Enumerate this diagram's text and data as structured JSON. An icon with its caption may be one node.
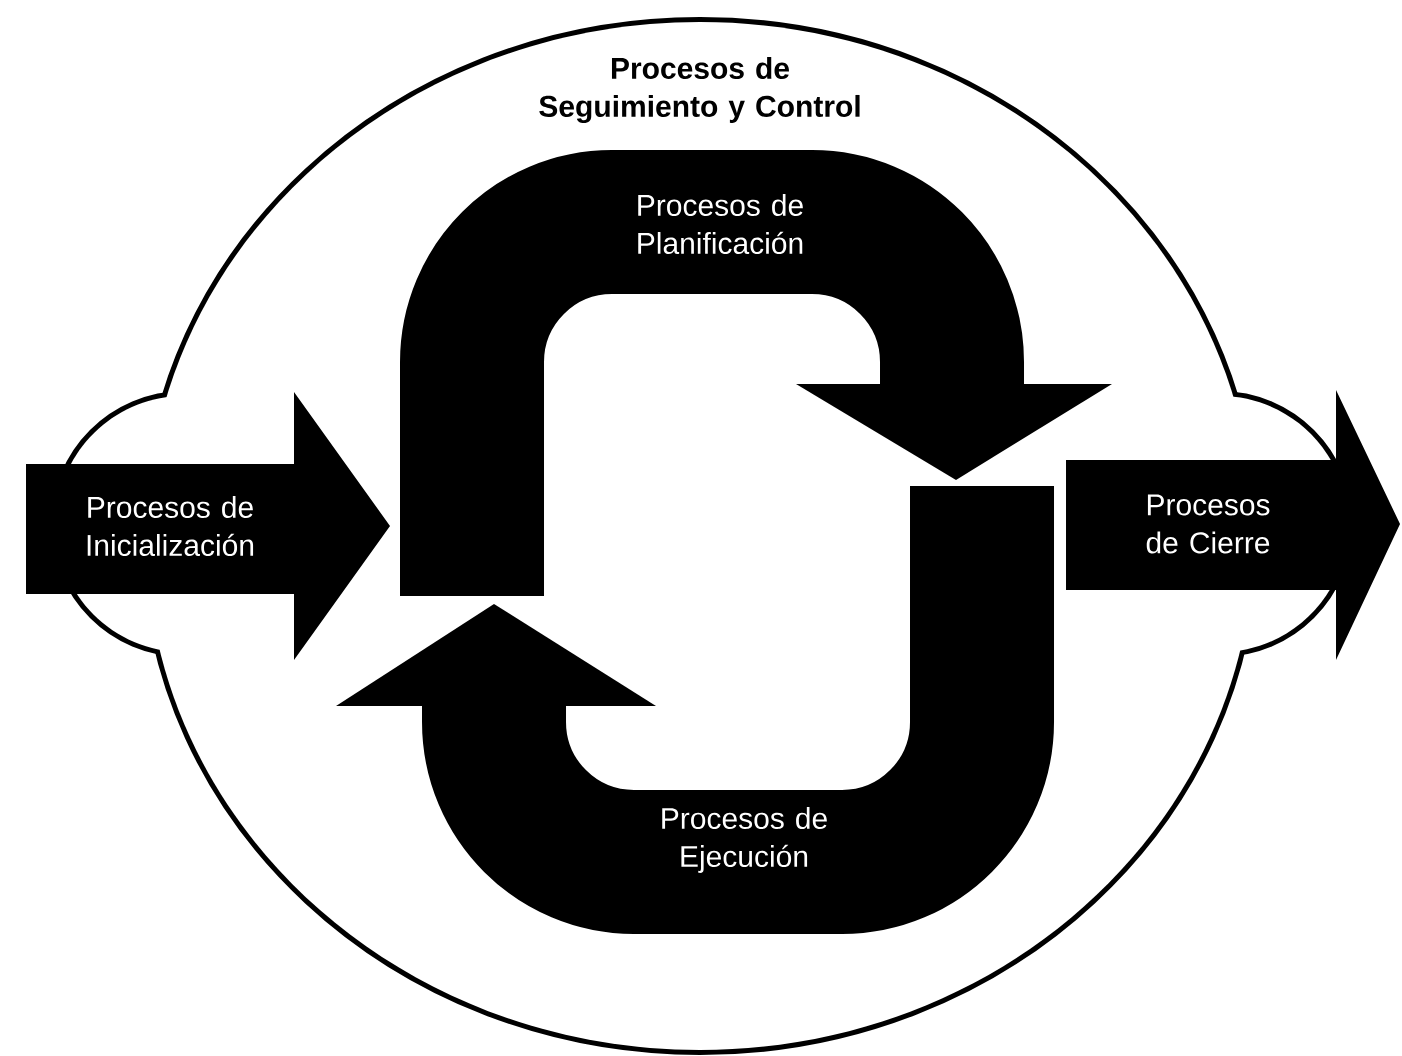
{
  "diagram": {
    "nodes": [
      {
        "text": [
          "Procesos de Seguimiento y Control"
        ]
      },
      {
        "text": [
          "Procesos de Inicialización"
        ]
      },
      {
        "text": [
          "Procesos de Planificación"
        ],
        "in": 0
      },
      {
        "text": [
          "Procesos de Ejecución"
        ],
        "in": 0
      },
      {
        "text": [
          "Procesos de Cierre"
        ]
      }
    ]
  }
}
